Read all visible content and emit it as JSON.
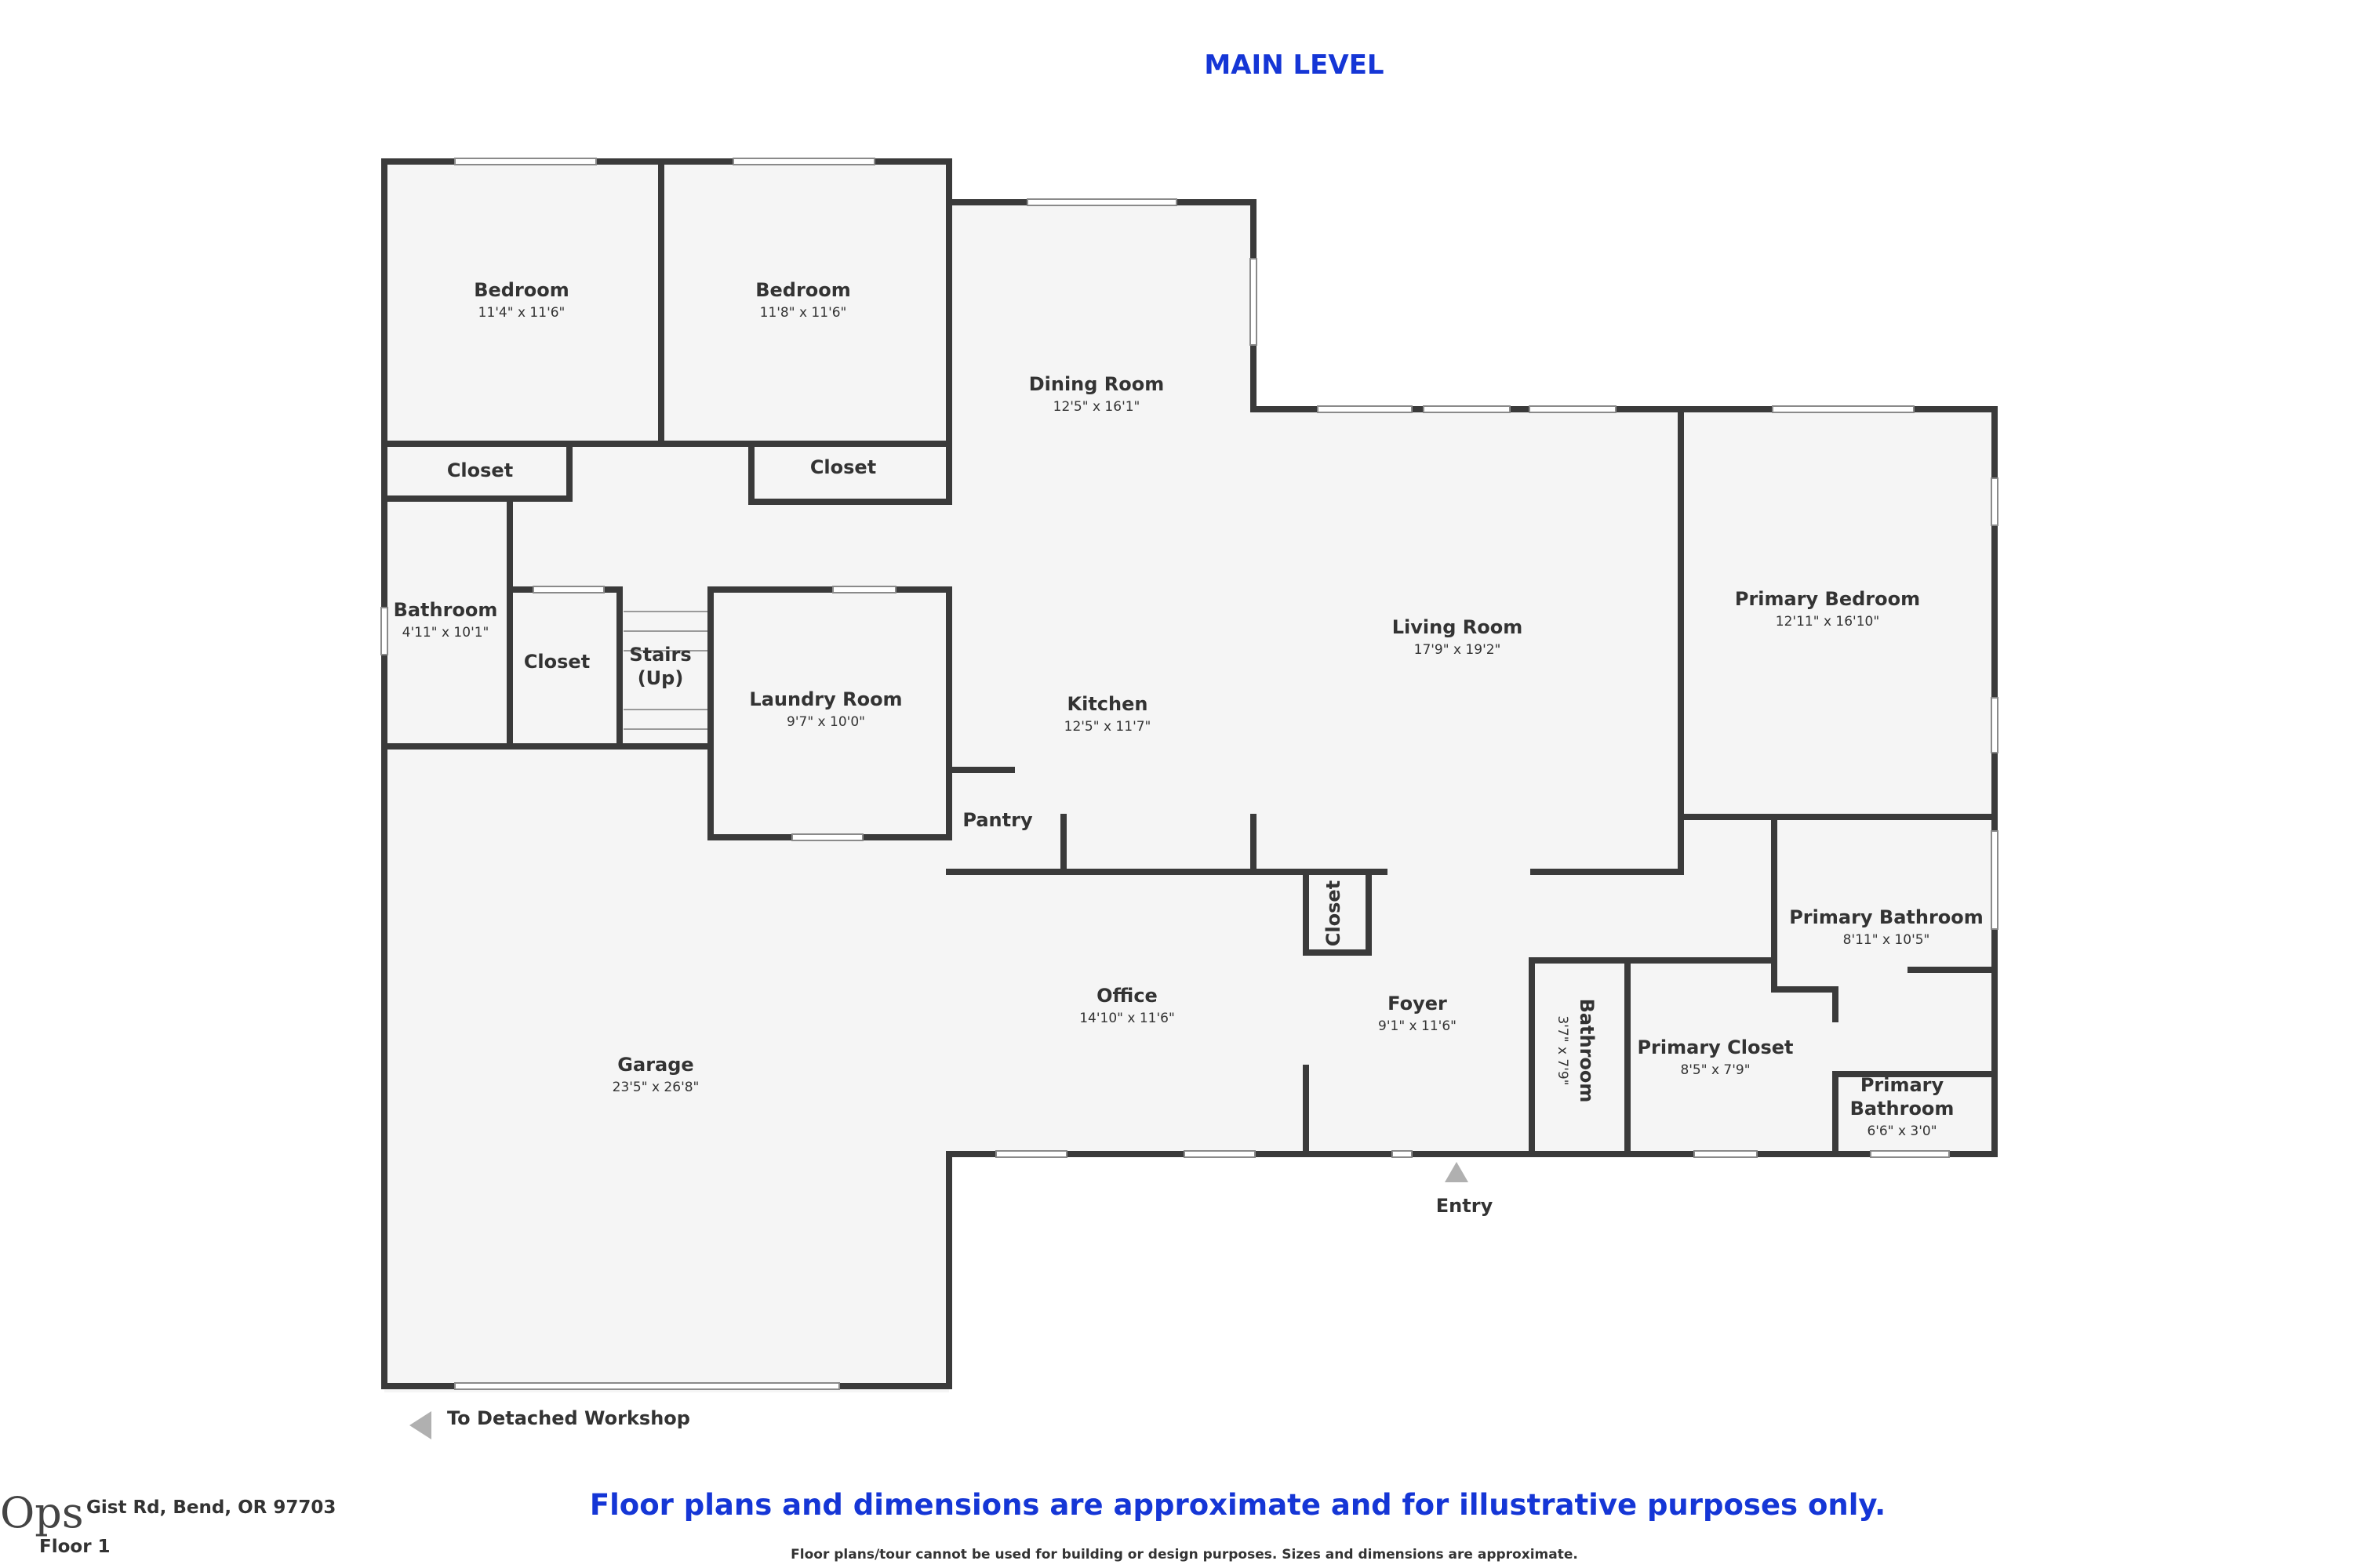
{
  "header": {
    "title": "MAIN LEVEL"
  },
  "rooms": {
    "bedroom1": {
      "name": "Bedroom",
      "dims": "11'4\" x 11'6\""
    },
    "bedroom2": {
      "name": "Bedroom",
      "dims": "11'8\" x 11'6\""
    },
    "dining": {
      "name": "Dining Room",
      "dims": "12'5\" x 16'1\""
    },
    "closet1": {
      "name": "Closet"
    },
    "closet2": {
      "name": "Closet"
    },
    "closet3": {
      "name": "Closet"
    },
    "closet4": {
      "name": "Closet"
    },
    "bathroom1": {
      "name": "Bathroom",
      "dims": "4'11\" x 10'1\""
    },
    "stairs": {
      "name": "Stairs",
      "note": "(Up)"
    },
    "laundry": {
      "name": "Laundry Room",
      "dims": "9'7\" x 10'0\""
    },
    "kitchen": {
      "name": "Kitchen",
      "dims": "12'5\" x 11'7\""
    },
    "pantry": {
      "name": "Pantry"
    },
    "living": {
      "name": "Living Room",
      "dims": "17'9\" x 19'2\""
    },
    "primary_bedroom": {
      "name": "Primary Bedroom",
      "dims": "12'11\" x 16'10\""
    },
    "primary_bath1": {
      "name": "Primary Bathroom",
      "dims": "8'11\" x 10'5\""
    },
    "primary_bath2": {
      "name_line1": "Primary",
      "name_line2": "Bathroom",
      "dims": "6'6\" x 3'0\""
    },
    "primary_closet": {
      "name": "Primary Closet",
      "dims": "8'5\" x 7'9\""
    },
    "bathroom2": {
      "name": "Bathroom",
      "dims": "3'7\" x 7'9\""
    },
    "foyer": {
      "name": "Foyer",
      "dims": "9'1\" x 11'6\""
    },
    "office": {
      "name": "Office",
      "dims": "14'10\" x 11'6\""
    },
    "garage": {
      "name": "Garage",
      "dims": "23'5\" x 26'8\""
    }
  },
  "labels": {
    "entry": "Entry",
    "workshop": "To Detached Workshop"
  },
  "footer": {
    "logo": "Ops",
    "address": "Gist Rd, Bend, OR 97703",
    "floor": "Floor 1",
    "disclaimer": "Floor plans and dimensions are approximate and for illustrative purposes only.",
    "note": "Floor plans/tour cannot be used for building or design purposes. Sizes and dimensions are approximate."
  },
  "colors": {
    "accent": "#1536d6",
    "wall": "#3a3a3a",
    "floor": "#f5f5f5"
  }
}
